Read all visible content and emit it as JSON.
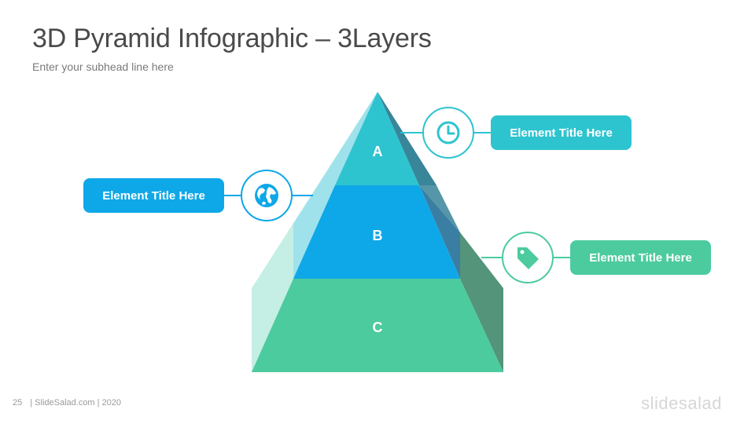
{
  "header": {
    "title": "3D Pyramid Infographic – 3Layers",
    "subtitle": "Enter your subhead line here"
  },
  "pyramid": {
    "layers": [
      {
        "label": "A",
        "color": "#2ec4cf"
      },
      {
        "label": "B",
        "color": "#0ea8e8"
      },
      {
        "label": "C",
        "color": "#4ccb9e"
      }
    ]
  },
  "callouts": [
    {
      "text": "Element Title Here",
      "icon": "clock-icon",
      "color": "#2ec4cf"
    },
    {
      "text": "Element Title Here",
      "icon": "globe-icon",
      "color": "#0ea8e8"
    },
    {
      "text": "Element Title Here",
      "icon": "tag-icon",
      "color": "#4ccb9e"
    }
  ],
  "footer": {
    "page": "25",
    "text": "| SlideSalad.com | 2020",
    "brand": "slidesalad"
  }
}
